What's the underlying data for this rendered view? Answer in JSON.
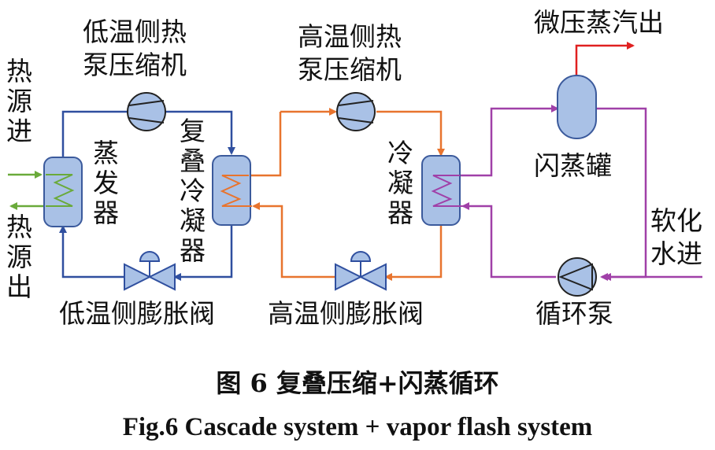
{
  "colors": {
    "low_loop": "#2f4f9f",
    "high_loop": "#e8742e",
    "water_loop": "#a040a8",
    "steam_out": "#e02020",
    "heat_source": "#6aaa3a",
    "component_fill": "#a9c1e6",
    "component_stroke": "#3b5a9c"
  },
  "labels": {
    "low_compressor": [
      "低温侧热",
      "泵压缩机"
    ],
    "high_compressor": [
      "高温侧热",
      "泵压缩机"
    ],
    "steam_out": "微压蒸汽出",
    "heat_source_in": [
      "热",
      "源",
      "进"
    ],
    "heat_source_out": [
      "热",
      "源",
      "出"
    ],
    "evaporator": [
      "蒸",
      "发",
      "器"
    ],
    "cascade_condenser": [
      "复",
      "叠",
      "冷",
      "凝",
      "器"
    ],
    "condenser": [
      "冷",
      "凝",
      "器"
    ],
    "flash_tank": "闪蒸罐",
    "soft_water_in": [
      "软化",
      "水进"
    ],
    "low_valve": "低温侧膨胀阀",
    "high_valve": "高温侧膨胀阀",
    "pump": "循环泵"
  },
  "caption": {
    "cn": "图 6 复叠压缩+闪蒸循环",
    "en": "Fig.6 Cascade system + vapor flash system"
  }
}
